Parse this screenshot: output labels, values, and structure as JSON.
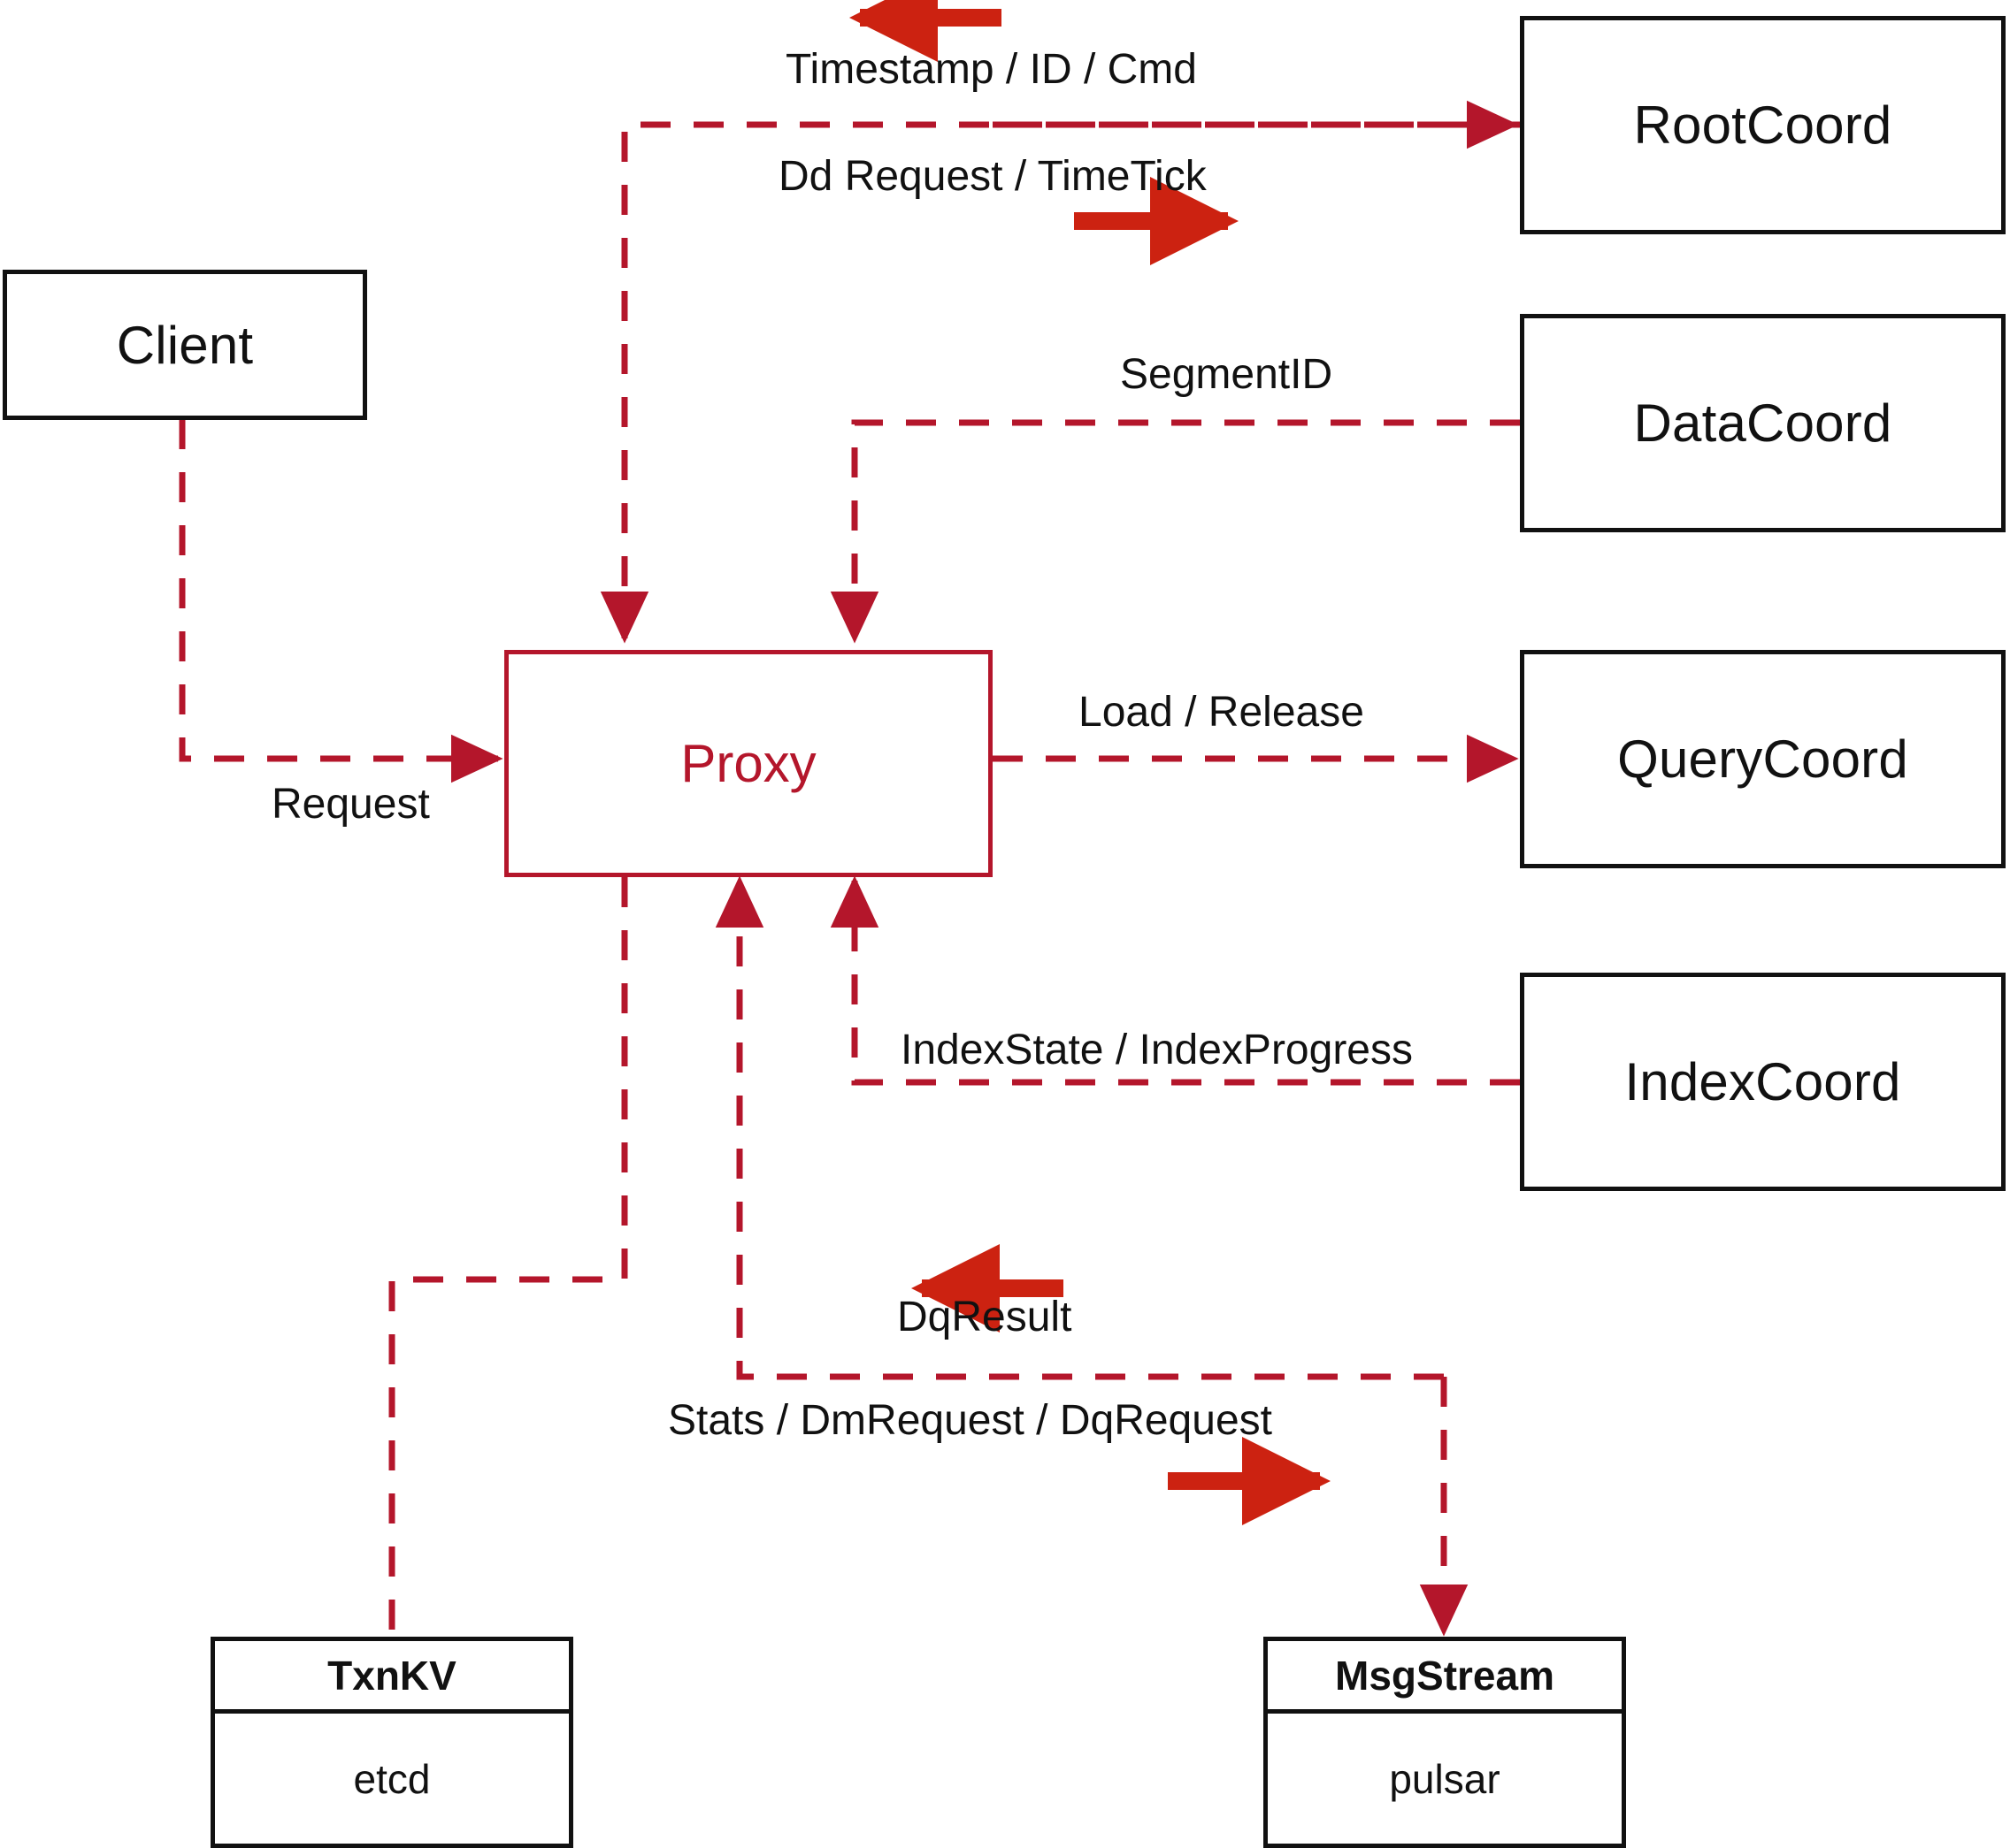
{
  "diagram": {
    "title": "Milvus Proxy interaction diagram",
    "colors": {
      "accent": "#B4162B",
      "arrow_solid": "#CC2211",
      "node_border": "#111111",
      "background": "#FFFFFF"
    }
  },
  "nodes": {
    "client": {
      "label": "Client"
    },
    "proxy": {
      "label": "Proxy"
    },
    "root_coord": {
      "label": "RootCoord"
    },
    "data_coord": {
      "label": "DataCoord"
    },
    "query_coord": {
      "label": "QueryCoord"
    },
    "index_coord": {
      "label": "IndexCoord"
    }
  },
  "stores": {
    "txnkv": {
      "title": "TxnKV",
      "impl": "etcd"
    },
    "msgstream": {
      "title": "MsgStream",
      "impl": "pulsar"
    }
  },
  "edges": {
    "timestamp_id_cmd": {
      "label": "Timestamp / ID / Cmd",
      "direction": "left"
    },
    "dd_request_timetick": {
      "label": "Dd Request / TimeTick",
      "direction": "right"
    },
    "segment_id": {
      "label": "SegmentID",
      "direction": "left"
    },
    "request": {
      "label": "Request",
      "direction": "right"
    },
    "load_release": {
      "label": "Load / Release",
      "direction": "right"
    },
    "index_state_progress": {
      "label": "IndexState / IndexProgress",
      "direction": "left"
    },
    "dq_result": {
      "label": "DqResult",
      "direction": "left"
    },
    "stats_dm_dq_request": {
      "label": "Stats / DmRequest / DqRequest",
      "direction": "right"
    }
  }
}
